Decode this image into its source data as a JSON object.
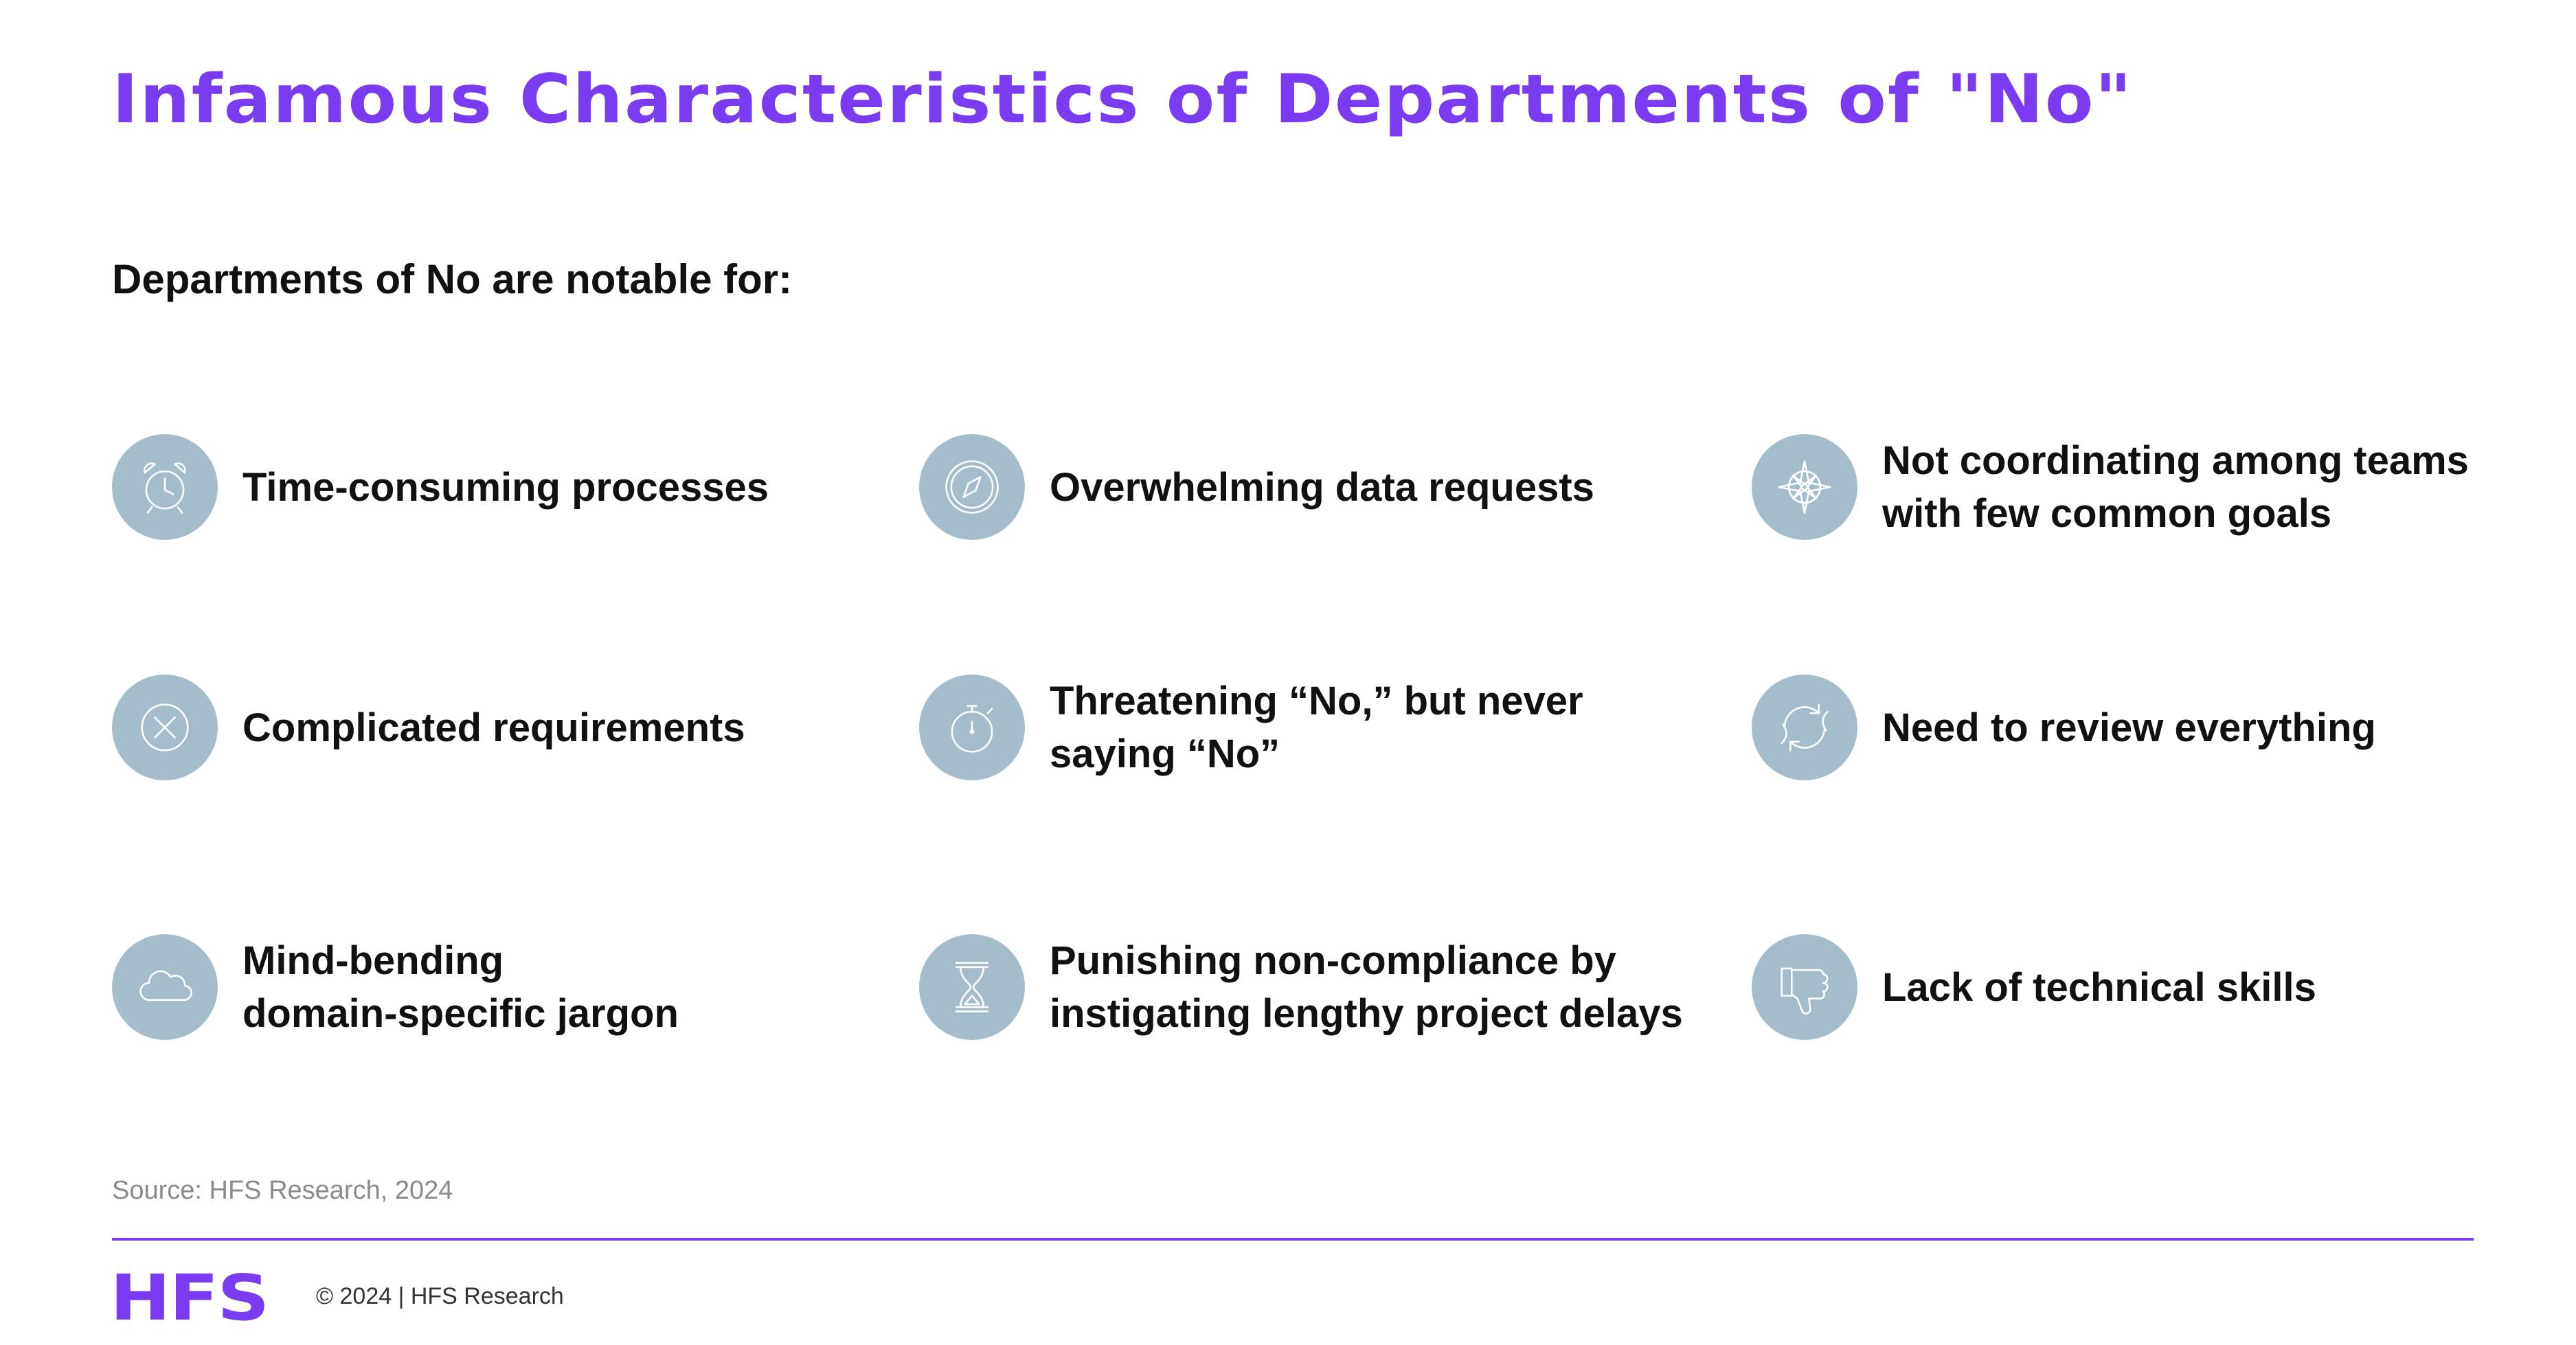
{
  "title": "Infamous Characteristics of Departments of \"No\"",
  "subtitle": "Departments of No are notable for:",
  "items": [
    {
      "icon": "alarm-clock-icon",
      "label": "Time-consuming processes"
    },
    {
      "icon": "compass-icon",
      "label": "Overwhelming data requests"
    },
    {
      "icon": "compass-rose-icon",
      "label": "Not coordinating among teams\nwith few common goals"
    },
    {
      "icon": "close-circle-icon",
      "label": "Complicated requirements"
    },
    {
      "icon": "stopwatch-icon",
      "label": "Threatening “No,” but never\nsaying “No”"
    },
    {
      "icon": "cycle-arrows-icon",
      "label": "Need to review everything"
    },
    {
      "icon": "cloud-icon",
      "label": "Mind-bending\ndomain-specific jargon"
    },
    {
      "icon": "hourglass-icon",
      "label": "Punishing non-compliance by\ninstigating lengthy project delays"
    },
    {
      "icon": "thumbs-down-icon",
      "label": "Lack of technical skills"
    }
  ],
  "source": "Source: HFS Research, 2024",
  "footer": {
    "logo": "HFS",
    "copyright": "© 2024 | HFS Research"
  },
  "colors": {
    "accent": "#7a3cf0",
    "icon_bg": "#a5bccb",
    "icon_stroke": "#ffffff"
  }
}
